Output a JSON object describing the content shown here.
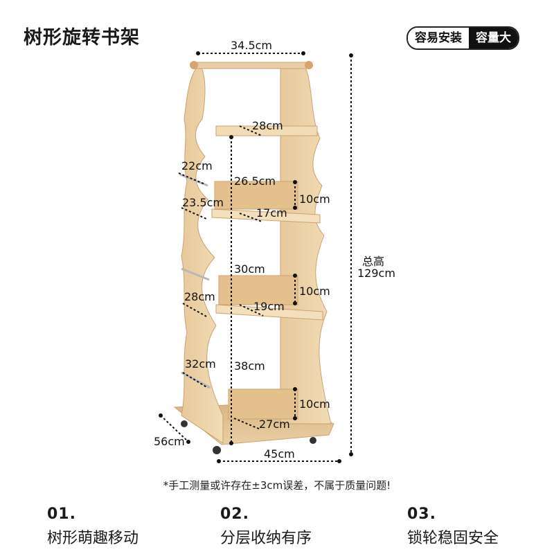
{
  "header": {
    "title": "树形旋转书架",
    "badges": [
      "容易安装",
      "容量大"
    ]
  },
  "dimensions": {
    "top_width": "34.5cm",
    "shelf1_width": "28cm",
    "shelf2_side": "22cm",
    "shelf2_width": "26.5cm",
    "shelf2_depth_side": "23.5cm",
    "shelf2_depth": "17cm",
    "shelf2_height": "10cm",
    "shelf3_gap": "30cm",
    "shelf3_side": "28cm",
    "shelf3_depth": "19cm",
    "shelf3_height": "10cm",
    "shelf4_gap": "38cm",
    "shelf4_side": "32cm",
    "shelf4_height": "10cm",
    "shelf4_depth": "27cm",
    "base_depth": "56cm",
    "base_width": "45cm",
    "total_height_label": "总高",
    "total_height": "129cm"
  },
  "note": "*手工测量或许存在±3cm误差，不属于质量问题!",
  "features": [
    {
      "num": "01.",
      "label": "树形萌趣移动"
    },
    {
      "num": "02.",
      "label": "分层收纳有序"
    },
    {
      "num": "03.",
      "label": "锁轮稳固安全"
    }
  ]
}
